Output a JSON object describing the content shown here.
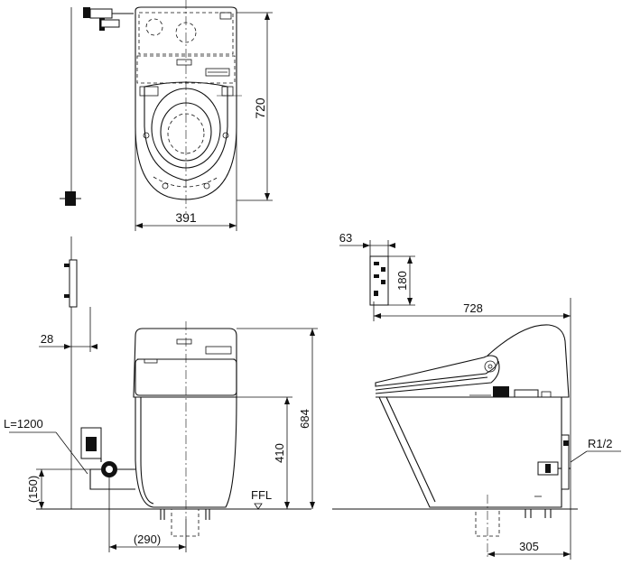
{
  "dimensions": {
    "top_width": "391",
    "top_depth": "720",
    "wall_offset": "28",
    "front_height": "684",
    "supply_height": "410",
    "pipe_length": "L=1200",
    "pipe_height": "(150)",
    "drain_offset": "(290)",
    "bracket_width": "63",
    "bracket_height": "180",
    "side_depth": "728",
    "side_drain": "305",
    "thread": "R1/2",
    "floor_label": "FFL"
  }
}
